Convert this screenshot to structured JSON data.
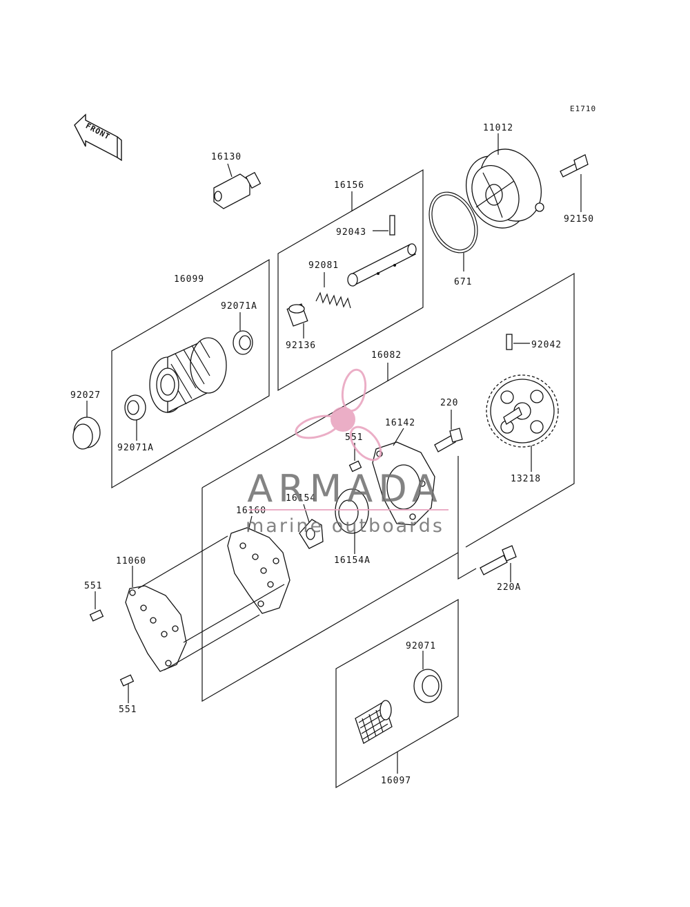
{
  "diagram": {
    "code": "E1710",
    "front_label": "FRONT",
    "labels": {
      "p16130": "16130",
      "p16156": "16156",
      "p92043": "92043",
      "p92081": "92081",
      "p92136": "92136",
      "p11012": "11012",
      "p92150": "92150",
      "p671": "671",
      "p16099": "16099",
      "p92071A_top": "92071A",
      "p92071A_bot": "92071A",
      "p92027": "92027",
      "p92042": "92042",
      "p16082": "16082",
      "p220": "220",
      "p16142": "16142",
      "p551_top": "551",
      "p13218": "13218",
      "p16154": "16154",
      "p16160": "16160",
      "p16154A": "16154A",
      "p11060": "11060",
      "p551_mid": "551",
      "p220A": "220A",
      "p551_bot": "551",
      "p92071": "92071",
      "p16097": "16097"
    }
  },
  "watermark": {
    "brand": "ARMADA",
    "tagline": "marine outboards",
    "colors": {
      "pink": "#e8a0bd",
      "gray": "#6e6e6e"
    }
  }
}
